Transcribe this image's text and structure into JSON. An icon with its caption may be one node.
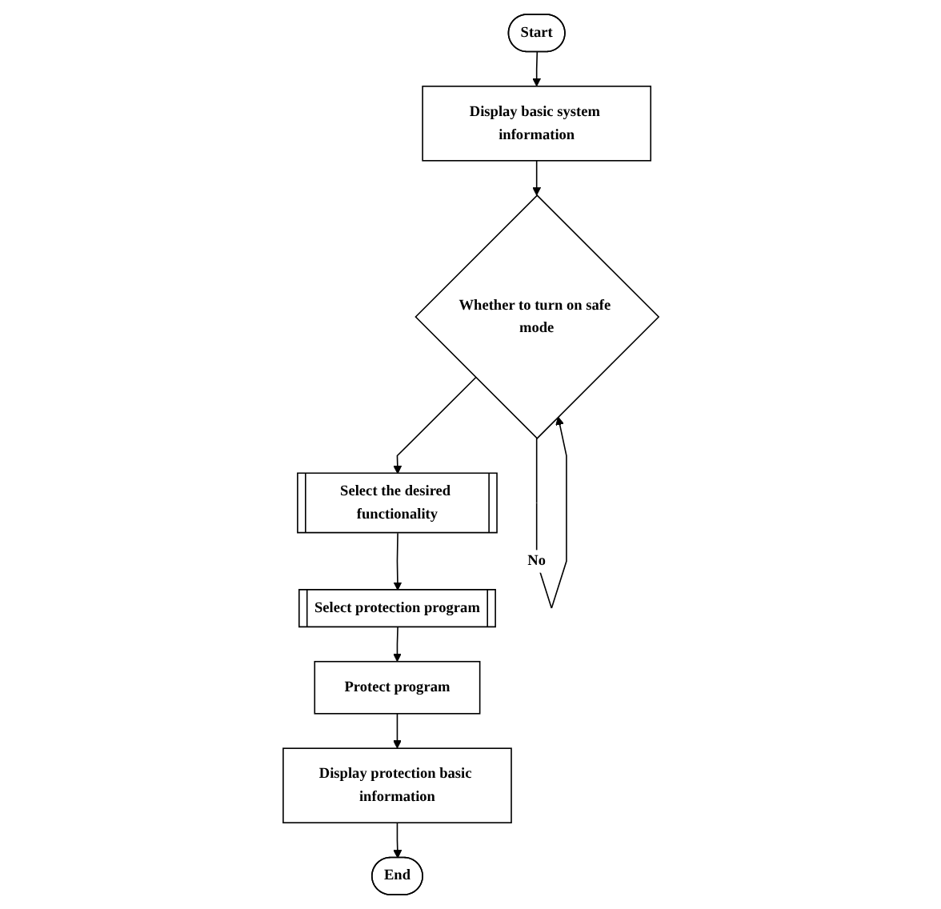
{
  "diagram": {
    "nodes": [
      {
        "text": [
          "Start"
        ]
      },
      {
        "text": [
          "Display basic system information"
        ]
      },
      {
        "text": [
          "Whether to turn on safe mode"
        ]
      },
      {
        "text": [
          "Select the desired functionality"
        ]
      },
      {
        "text": [
          "Select protection program"
        ]
      },
      {
        "text": [
          "Protect program"
        ]
      },
      {
        "text": [
          "Display protection basic information"
        ]
      },
      {
        "text": [
          "End"
        ]
      }
    ],
    "edges": [
      {
        "from": 0,
        "to": 1,
        "arrow": "to"
      },
      {
        "from": 1,
        "to": 2,
        "arrow": "to"
      },
      {
        "from": 2,
        "to": 2,
        "arrow": "to",
        "label": "No"
      },
      {
        "from": 2,
        "to": 3,
        "arrow": "to"
      },
      {
        "from": 3,
        "to": 4,
        "arrow": "to"
      },
      {
        "from": 4,
        "to": 5,
        "arrow": "to"
      },
      {
        "from": 5,
        "to": 6,
        "arrow": "to"
      },
      {
        "from": 6,
        "to": 7,
        "arrow": "to"
      }
    ]
  }
}
